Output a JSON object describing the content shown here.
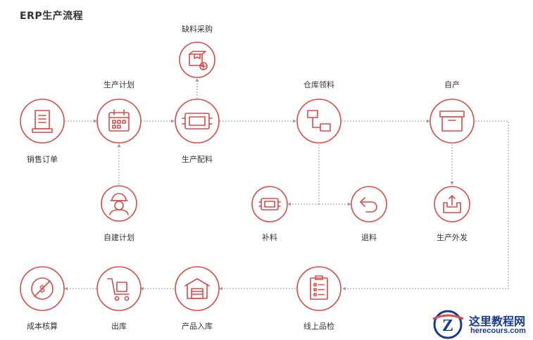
{
  "title": "ERP生产流程",
  "colors": {
    "accent": "#d94a4a",
    "connector": "#9a9a9a",
    "text": "#333333",
    "watermark": "#1a3c8f"
  },
  "nodes": [
    {
      "id": "sales_order",
      "label": "销售订单",
      "icon": "order-document-icon"
    },
    {
      "id": "production_plan",
      "label": "生产计划",
      "icon": "calendar-icon"
    },
    {
      "id": "production_material",
      "label": "生产配料",
      "icon": "chip-tray-icon"
    },
    {
      "id": "shortage_purchase",
      "label": "缺料采购",
      "icon": "box-add-icon"
    },
    {
      "id": "self_plan",
      "label": "自建计划",
      "icon": "worker-icon"
    },
    {
      "id": "warehouse_picking",
      "label": "仓库领料",
      "icon": "flowchart-icon"
    },
    {
      "id": "self_production",
      "label": "自产",
      "icon": "box-icon"
    },
    {
      "id": "replenish",
      "label": "补料",
      "icon": "chip-icon"
    },
    {
      "id": "return_material",
      "label": "退料",
      "icon": "return-arrow-icon"
    },
    {
      "id": "outsource",
      "label": "生产外发",
      "icon": "tray-upload-icon"
    },
    {
      "id": "line_inspection",
      "label": "线上品检",
      "icon": "checklist-icon"
    },
    {
      "id": "product_stock_in",
      "label": "产品入库",
      "icon": "warehouse-icon"
    },
    {
      "id": "stock_out",
      "label": "出库",
      "icon": "cart-icon"
    },
    {
      "id": "cost_accounting",
      "label": "成本核算",
      "icon": "dollar-icon"
    }
  ],
  "edges": [
    {
      "from": "sales_order",
      "to": "production_plan"
    },
    {
      "from": "production_plan",
      "to": "production_material"
    },
    {
      "from": "production_material",
      "to": "shortage_purchase"
    },
    {
      "from": "self_plan",
      "to": "production_plan"
    },
    {
      "from": "production_material",
      "to": "warehouse_picking"
    },
    {
      "from": "warehouse_picking",
      "to": "self_production"
    },
    {
      "from": "warehouse_picking",
      "to": "replenish"
    },
    {
      "from": "warehouse_picking",
      "to": "return_material"
    },
    {
      "from": "self_production",
      "to": "outsource"
    },
    {
      "from": "self_production",
      "to": "line_inspection"
    },
    {
      "from": "line_inspection",
      "to": "product_stock_in"
    },
    {
      "from": "product_stock_in",
      "to": "stock_out"
    },
    {
      "from": "stock_out",
      "to": "cost_accounting"
    }
  ],
  "watermark": {
    "text": "这里教程网",
    "url_text": "herecours.com"
  }
}
